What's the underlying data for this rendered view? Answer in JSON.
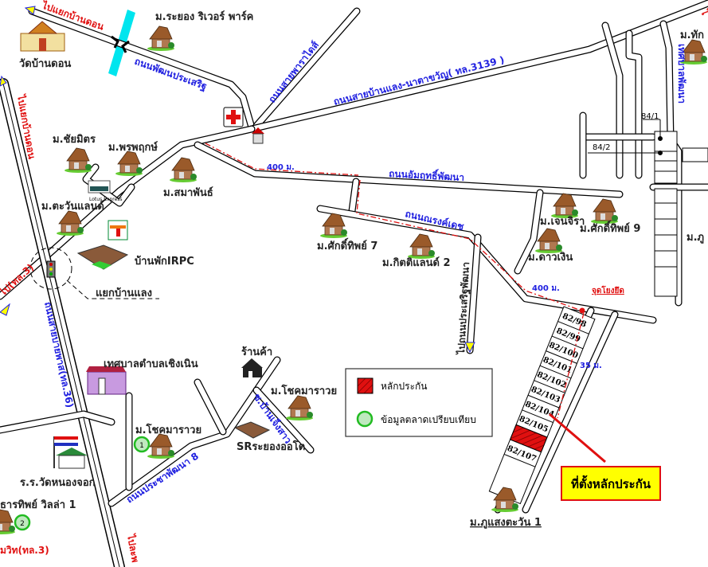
{
  "colors": {
    "road_label": "#2020e0",
    "direction_label": "#e01010",
    "collateral": "#e01010",
    "callout_bg": "#ffff00",
    "comparable_circle": "#22bb22",
    "river": "#00e5ee"
  },
  "directions": {
    "to_ban_don_top": "ไปแยกบ้านดอน",
    "to_ban_don_left": "ไปแยกบ้านดอน",
    "to_hwy3_left": "ไป(ทล.3)",
    "to_sukhumvit": "มวิท(ทล.3)",
    "to_bottom": "ไปละพ",
    "to_top_right": "ไ"
  },
  "roads": {
    "phatthana_prasert": "ถนนพัฒนประเสริฐ",
    "sai_paradise": "ถนนสายพาราไดส์",
    "ban_laeng_natakhwan": "ถนนสายบ้านแลง-นาตาขวัญ( ทล.3139 )",
    "amarit_phatthana": "ถนนอัมฤทธิ์พัฒนา",
    "narong_det": "ถนนณรงค์เดช",
    "to_prasert_phatthana": "ไปถนนประเสริฐพัฒนา",
    "bypass": "ถนนสายบายพาส(ทล.36)",
    "pracha_phatthana_8": "ถนนประชาพัฒนา 8",
    "soi_ban_cheng_sao": "ซ.บ้านเจ็งสาว",
    "right_soi": "เทศบาลพัฒนา"
  },
  "places": {
    "wat_ban_don": "วัดบ้านดอน",
    "rayong_river_park": "ม.ระยอง ริเวอร์ พาร์ค",
    "chai_mit": "ม.ชัยมิตร",
    "phon_phruk": "ม.พรพฤกษ์",
    "samaphan": "ม.สมาพันธ์",
    "tawan_land": "ม.ตะวันแลนด์",
    "irpc_house": "บ้านพักIRPC",
    "ban_laeng_junction": "แยกบ้านแลง",
    "sakdithip_7": "ม.ศักดิ์ทิพย์ 7",
    "kitti_land_2": "ม.กิตติแลนด์ 2",
    "chen_chira": "ม.เจนจิรา",
    "sakdithip_9": "ม.ศักดิ์ทิพย์ 9",
    "dao_ngoen": "ม.ดาวเงิน",
    "thak_partial": "ม.ทัก",
    "phu_partial": "ม.ภู",
    "municipality": "เทศบาลตำบลเชิงเนิน",
    "shop": "ร้านค้า",
    "chok_ma_ruai_1": "ม.โชคมาราวย",
    "chok_ma_ruai_2": "ม.โชคมาราวย",
    "sr_rayong_auto": "SRระยองออโต",
    "school": "ร.ร.วัดหนองจอก",
    "tharathip_villa": "ธารทิพย์ วิลล่า 1",
    "phu_saeng_tawan": "ม.ภูแสงตะวัน 1",
    "tesco_lotus": "Lotus Express"
  },
  "plots": {
    "p84_1": "84/1",
    "p84_2": "84/2",
    "lots": [
      "82/98",
      "82/99",
      "82/100",
      "82/101",
      "82/102",
      "82/103",
      "82/104",
      "82/105",
      "",
      "82/107"
    ]
  },
  "distances": {
    "d400_top": "400 ม.",
    "d400_bottom": "400 ม.",
    "d35": "35 ม.",
    "reference_point": "จุดโยงยึด"
  },
  "comparables": {
    "c1": "1",
    "c2": "2"
  },
  "legend": {
    "collateral": "หลักประกัน",
    "comparable": "ข้อมูลตลาดเปรียบเทียบ"
  },
  "callout": {
    "text": "ที่ตั้งหลักประกัน"
  }
}
